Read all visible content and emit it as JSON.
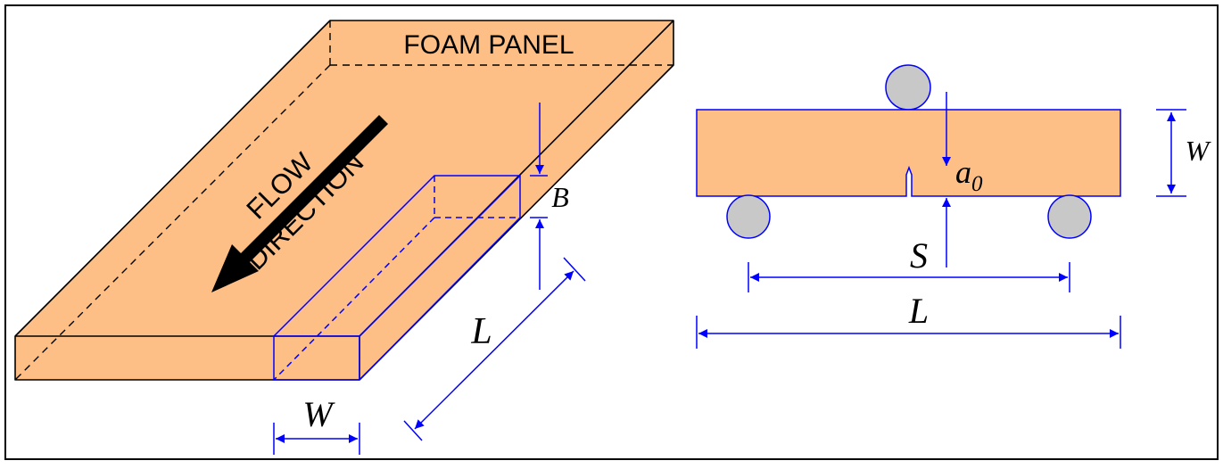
{
  "colors": {
    "foam": "#FDBF86",
    "outline": "#000000",
    "dimension": "#0000FF",
    "support": "#C8C8C8",
    "background": "#FFFFFF"
  },
  "panel": {
    "title": "FOAM PANEL",
    "flow_line1": "FLOW",
    "flow_line2": "DIRECTION"
  },
  "specimen_dims": {
    "thickness": "B",
    "length": "L",
    "width": "W"
  },
  "beam_dims": {
    "height": "W",
    "crack_base": "a",
    "crack_sub": "0",
    "span": "S",
    "length": "L"
  },
  "icons": [
    "flow-arrow-icon",
    "roller-support-icon",
    "load-roller-icon"
  ]
}
